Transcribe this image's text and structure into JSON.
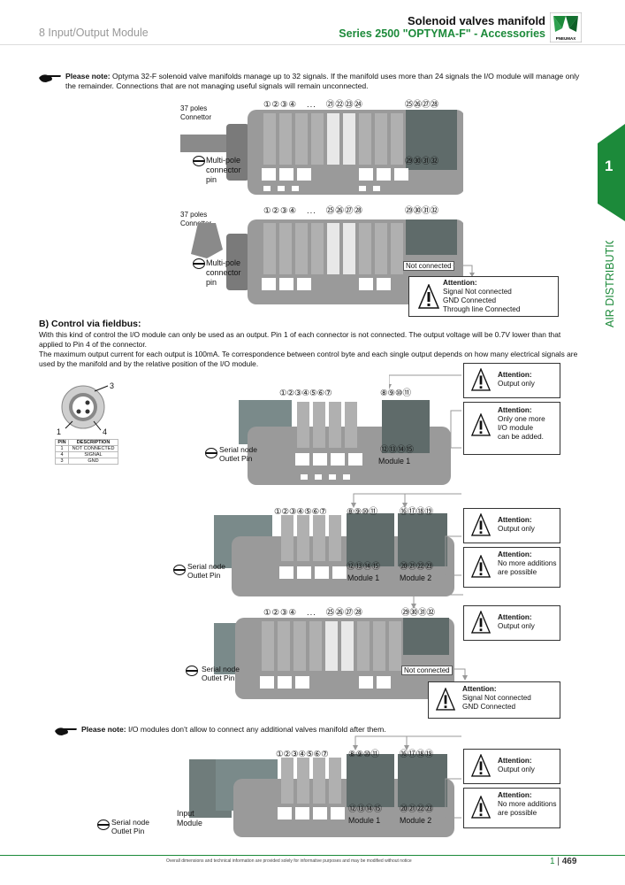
{
  "header": {
    "section": "8 Input/Output Module",
    "title": "Solenoid valves manifold",
    "subtitle": "Series 2500 \"OPTYMA-F\" - Accessories",
    "logo_text": "PNEUMAX"
  },
  "side_tab": {
    "number": "1",
    "label": "AIR DISTRIBUTION"
  },
  "note1": {
    "label": "Please note:",
    "text": "Optyma 32-F solenoid valve manifolds manage up to 32 signals. If the manifold uses more than 24 signals the I/O module will manage only the remainder. Connections that are not managing useful signals will remain unconnected."
  },
  "diagram1": {
    "connector_label": "37 poles\nConnettor",
    "pin_label": "Multi-pole\nconnector\npin",
    "numbers_top": "①②③④   ...   ㉑㉒㉓㉔",
    "numbers_mod_top": "㉕㉖㉗㉘",
    "numbers_mod_bottom": "㉙㉚㉛㉜"
  },
  "diagram2": {
    "connector_label": "37 poles\nConnettor",
    "pin_label": "Multi-pole\nconnector\npin",
    "numbers_top": "①②③④   ...   ㉕㉖㉗㉘",
    "numbers_mod_top": "㉙㉚㉛㉜",
    "not_connected": "Not connected",
    "attention_title": "Attention:",
    "attention_lines": [
      "Signal Not connected",
      "GND Connected",
      "Through line Connected"
    ]
  },
  "sectionB": {
    "title": "B) Control via fieldbus:",
    "p1": "With this kind of control the I/O module can only be used as an output. Pin 1 of each connector is not connected.  The output voltage will be 0.7V lower than that applied to Pin 4 of the connector.",
    "p2": "The maximum output current for each output is 100mA.  Te correspondence between control byte and each single output depends on how many electrical signals are used by the manifold and by the relative position of the I/O module."
  },
  "pin_table": {
    "headers": [
      "PIN",
      "DESCRIPTION"
    ],
    "rows": [
      [
        "1",
        "NOT CONNECTED"
      ],
      [
        "4",
        "SIGNAL"
      ],
      [
        "3",
        "GND"
      ]
    ],
    "callouts": [
      "3",
      "1",
      "4"
    ]
  },
  "diagram3": {
    "numbers_top": "①②③④⑤⑥⑦",
    "mod_top": "⑧⑨⑩⑪",
    "mod_bottom": "⑫⑬⑭⑮",
    "serial_label": "Serial node\nOutlet Pin",
    "module_label": "Module 1",
    "att1_title": "Attention:",
    "att1_lines": [
      "Output only"
    ],
    "att2_title": "Attention:",
    "att2_lines": [
      "Only one more",
      "I/O module",
      "can be added."
    ]
  },
  "diagram4": {
    "numbers_top": "①②③④⑤⑥⑦",
    "mod1_top": "⑧⑨⑩⑪",
    "mod1_bottom": "⑫⑬⑭⑮",
    "mod2_top": "⑯⑰⑱⑲",
    "mod2_bottom": "⑳㉑㉒㉓",
    "serial_label": "Serial node\nOutlet Pin",
    "module1": "Module 1",
    "module2": "Module 2",
    "att1_title": "Attention:",
    "att1_lines": [
      "Output only"
    ],
    "att2_title": "Attention:",
    "att2_lines": [
      "No more additions",
      "are possible"
    ]
  },
  "diagram5": {
    "numbers_top": "①②③④   ...   ㉕㉖㉗㉘",
    "mod_top": "㉙㉚㉛㉜",
    "serial_label": "Serial node\nOutlet Pin",
    "not_connected": "Not connected",
    "att1_title": "Attention:",
    "att1_lines": [
      "Output only"
    ],
    "att2_title": "Attention:",
    "att2_lines": [
      "Signal Not connected",
      "GND Connected"
    ]
  },
  "note2": {
    "label": "Please note:",
    "text": "I/O modules don't allow to connect any additional valves manifold after them."
  },
  "diagram6": {
    "numbers_top": "①②③④⑤⑥⑦",
    "mod1_top": "⑧⑨⑩⑪",
    "mod1_bottom": "⑫⑬⑭⑮",
    "mod2_top": "⑯⑰⑱⑲",
    "mod2_bottom": "⑳㉑㉒㉓",
    "serial_label": "Serial node\nOutlet Pin",
    "input_label": "Input\nModule",
    "module1": "Module 1",
    "module2": "Module 2",
    "att1_title": "Attention:",
    "att1_lines": [
      "Output only"
    ],
    "att2_title": "Attention:",
    "att2_lines": [
      "No more additions",
      "are possible"
    ]
  },
  "footer": {
    "note": "Overall dimensions and technical information are provided solely for informative purposes and may be modified without notice",
    "page_section": "1",
    "page_number": "469"
  },
  "colors": {
    "green": "#1c8a3a",
    "manifold": "#8c8c8c",
    "manifold_dark": "#6e6e6e"
  }
}
